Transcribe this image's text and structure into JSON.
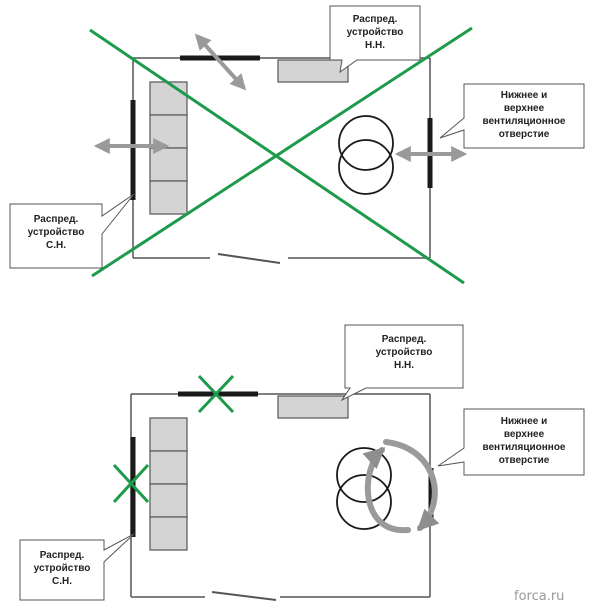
{
  "colors": {
    "wall": "#555555",
    "opening": "#1a1a1a",
    "panel_fill": "#d4d4d4",
    "cross": "#1d9a4a",
    "arrow": "#9a9a9a"
  },
  "top_diagram": {
    "callout_lv": [
      "Распред.",
      "устройство",
      "Н.Н."
    ],
    "callout_vent": [
      "Нижнее и",
      "верхнее",
      "вентиляционное",
      "отверстие"
    ],
    "callout_aux": [
      "Распред.",
      "устройство",
      "С.Н."
    ]
  },
  "bottom_diagram": {
    "callout_lv": [
      "Распред.",
      "устройство",
      "Н.Н."
    ],
    "callout_vent": [
      "Нижнее и",
      "верхнее",
      "вентиляционное",
      "отверстие"
    ],
    "callout_aux": [
      "Распред.",
      "устройство",
      "С.Н."
    ]
  },
  "watermark": "forca.ru",
  "icons": [
    "double-arrow-icon",
    "transformer-icon",
    "green-cross-icon",
    "circular-airflow-icon"
  ]
}
